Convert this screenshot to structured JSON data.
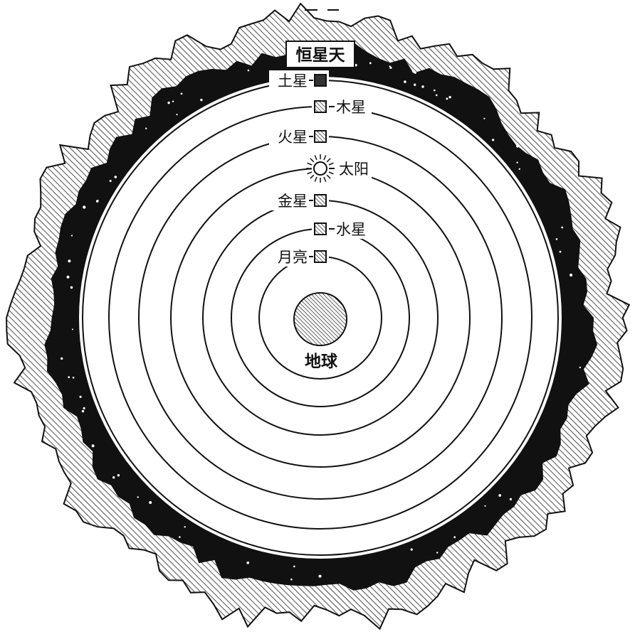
{
  "title_label": "恒星天",
  "center_label": "地球",
  "bodies": [
    {
      "key": "saturn",
      "label": "土星",
      "side": "left"
    },
    {
      "key": "jupiter",
      "label": "木星",
      "side": "right"
    },
    {
      "key": "mars",
      "label": "火星",
      "side": "left"
    },
    {
      "key": "sun",
      "label": "太阳",
      "side": "right"
    },
    {
      "key": "venus",
      "label": "金星",
      "side": "left"
    },
    {
      "key": "mercury",
      "label": "水星",
      "side": "right"
    },
    {
      "key": "moon",
      "label": "月亮",
      "side": "left"
    }
  ],
  "colors": {
    "ink": "#111111",
    "paper": "#ffffff",
    "hatch": "#222222"
  }
}
